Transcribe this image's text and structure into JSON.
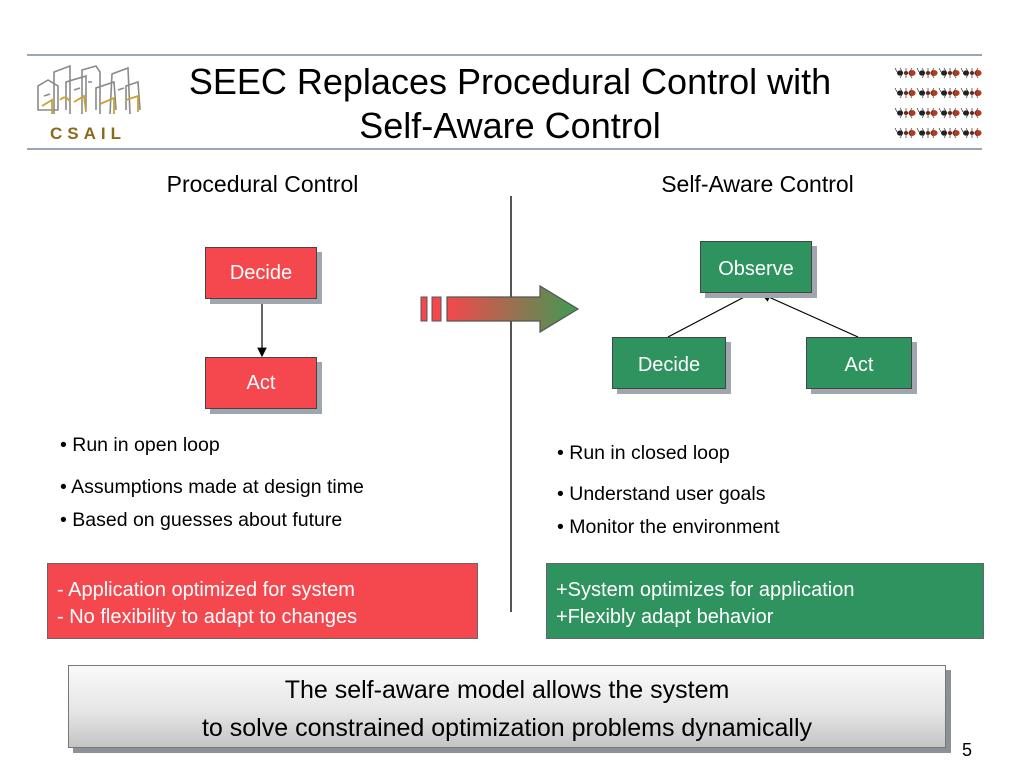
{
  "header": {
    "logo_text": "CSAIL",
    "title_line1": "SEEC Replaces Procedural Control with",
    "title_line2": "Self-Aware Control"
  },
  "procedural": {
    "heading": "Procedural Control",
    "decide_label": "Decide",
    "act_label": "Act",
    "bullets": [
      "• Run in open loop",
      "• Assumptions made at design time",
      "• Based on guesses about future"
    ],
    "panel_lines": [
      "- Application optimized for system",
      "- No flexibility to adapt to changes"
    ]
  },
  "selfaware": {
    "heading": "Self-Aware Control",
    "observe_label": "Observe",
    "decide_label": "Decide",
    "act_label": "Act",
    "bullets": [
      "• Run in closed loop",
      "• Understand user goals",
      "• Monitor the environment"
    ],
    "panel_lines": [
      "+System optimizes for application",
      "+Flexibly adapt behavior"
    ]
  },
  "summary": {
    "line1": "The self-aware model allows the system",
    "line2": "to solve constrained optimization problems dynamically"
  },
  "page_number": "5",
  "colors": {
    "red": "#f4484e",
    "green": "#2f9360",
    "rule": "#9aa8b6"
  }
}
